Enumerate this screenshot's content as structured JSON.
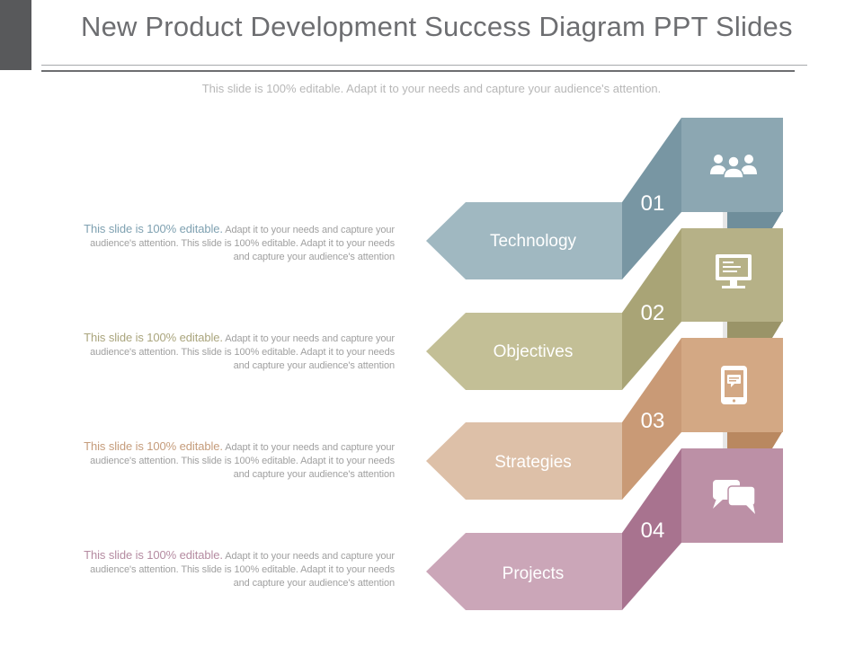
{
  "slide": {
    "title": "New Product Development Success Diagram PPT Slides",
    "subtitle": "This slide is 100% editable. Adapt it to your needs and capture your audience's attention."
  },
  "steps": [
    {
      "number": "01",
      "label": "Technology",
      "icon": "team-icon",
      "desc_lead": "This slide is 100% editable.",
      "desc_body": "Adapt it to your needs and capture your audience's attention. This slide is 100% editable. Adapt it to your needs and capture your audience's attention",
      "colors": {
        "arrow": "#a0b8c1",
        "fold": "#7896a3",
        "panel": "#8ca7b2",
        "panel_dark": "#6f8e9b",
        "lead_text": "#7fa1b1"
      }
    },
    {
      "number": "02",
      "label": "Objectives",
      "icon": "monitor-icon",
      "desc_lead": "This slide is 100% editable.",
      "desc_body": "Adapt it to your needs and capture your audience's attention. This slide is 100% editable. Adapt it to your needs and capture your audience's attention",
      "colors": {
        "arrow": "#c3bf96",
        "fold": "#a9a476",
        "panel": "#b6b187",
        "panel_dark": "#9a9468",
        "lead_text": "#aaa57d"
      }
    },
    {
      "number": "03",
      "label": "Strategies",
      "icon": "tablet-icon",
      "desc_lead": "This slide is 100% editable.",
      "desc_body": "Adapt it to your needs and capture your audience's attention. This slide is 100% editable. Adapt it to your needs and capture your audience's attention",
      "colors": {
        "arrow": "#ddc0a8",
        "fold": "#c99a76",
        "panel": "#d3a884",
        "panel_dark": "#b98860",
        "lead_text": "#c59c7b"
      }
    },
    {
      "number": "04",
      "label": "Projects",
      "icon": "chat-icon",
      "desc_lead": "This slide is 100% editable.",
      "desc_body": "Adapt it to your needs and capture your audience's attention. This slide is 100% editable. Adapt it to your needs and capture your audience's attention",
      "colors": {
        "arrow": "#cba6b8",
        "fold": "#a8738f",
        "panel": "#bc90a6",
        "panel_dark": "#9b6d85",
        "lead_text": "#b58ba1"
      }
    }
  ]
}
